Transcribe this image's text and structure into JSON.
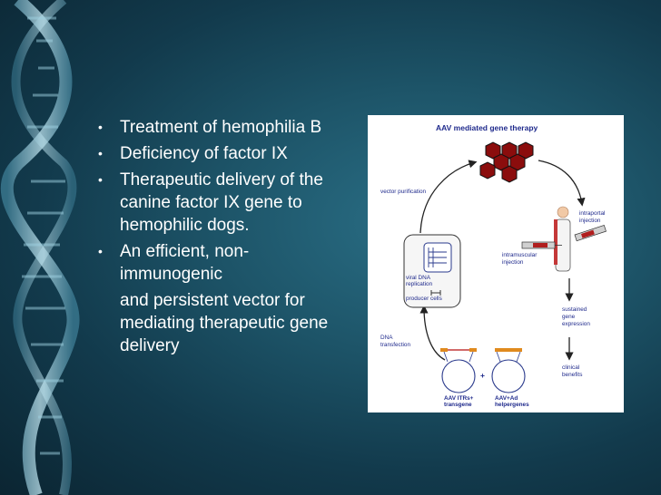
{
  "slide": {
    "bullets": [
      "Treatment of hemophilia B",
      "Deficiency of factor IX",
      "Therapeutic delivery of the canine factor IX gene to hemophilic dogs.",
      "An efficient, non-immunogenic"
    ],
    "continuation": "and persistent vector for mediating therapeutic gene delivery"
  },
  "figure": {
    "title": "AAV mediated gene therapy",
    "labels": {
      "vector_purification": "vector purification",
      "intraportal_1": "intraportal",
      "intraportal_2": "injection",
      "intramuscular_1": "intramuscular",
      "intramuscular_2": "injection",
      "viral_dna_1": "viral DNA",
      "viral_dna_2": "replication",
      "producer_cells": "producer cells",
      "sustained_1": "sustained",
      "sustained_2": "gene",
      "sustained_3": "expression",
      "dna_transfection_1": "DNA",
      "dna_transfection_2": "transfection",
      "clinical_1": "clinical",
      "clinical_2": "benefits",
      "plus": "+",
      "plasmid1_1": "AAV ITRs+",
      "plasmid1_2": "transgene",
      "plasmid2_1": "AAV+Ad",
      "plasmid2_2": "helpergenes"
    }
  },
  "colors": {
    "background": "#1d5468",
    "text": "#ffffff",
    "figure_text": "#1f2a8c",
    "virus": "#8b0d0d"
  }
}
